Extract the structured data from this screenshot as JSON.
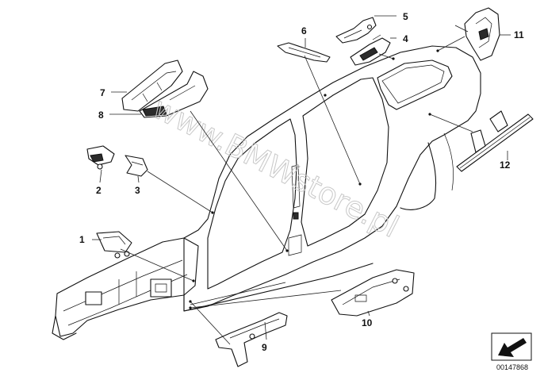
{
  "diagram": {
    "watermark": "www.BMWstore.pl",
    "reference_code": "00147868",
    "callouts": [
      {
        "id": "c1",
        "label": "1"
      },
      {
        "id": "c2",
        "label": "2"
      },
      {
        "id": "c3",
        "label": "3"
      },
      {
        "id": "c4",
        "label": "4"
      },
      {
        "id": "c5",
        "label": "5"
      },
      {
        "id": "c6",
        "label": "6"
      },
      {
        "id": "c7",
        "label": "7"
      },
      {
        "id": "c8",
        "label": "8"
      },
      {
        "id": "c9",
        "label": "9"
      },
      {
        "id": "c10",
        "label": "10"
      },
      {
        "id": "c11",
        "label": "11"
      },
      {
        "id": "c12",
        "label": "12"
      }
    ]
  }
}
